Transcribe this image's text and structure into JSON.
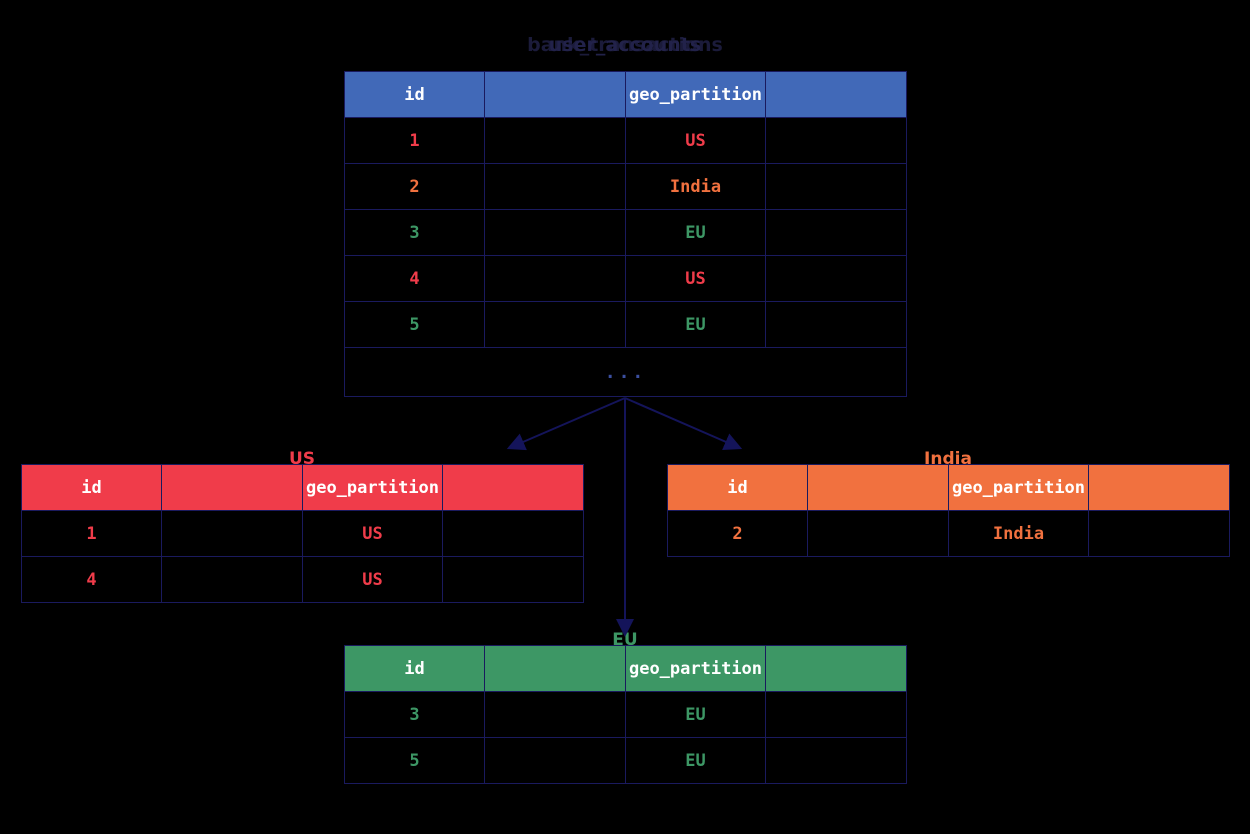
{
  "title": {
    "primary": "bank_transactions",
    "overlay": "user_accounts"
  },
  "columns": {
    "id": "id",
    "blank1": "",
    "geo_partition": "geo_partition",
    "blank2": ""
  },
  "main_table": {
    "name": "bank_transactions",
    "header_color": "#4169b8",
    "headers": [
      "id",
      "",
      "geo_partition",
      ""
    ],
    "rows": [
      {
        "id": "1",
        "blank1": "",
        "geo_partition": "US",
        "blank2": "",
        "color": "#f03c4a"
      },
      {
        "id": "2",
        "blank1": "",
        "geo_partition": "India",
        "blank2": "",
        "color": "#f1713f"
      },
      {
        "id": "3",
        "blank1": "",
        "geo_partition": "EU",
        "blank2": "",
        "color": "#3d9765"
      },
      {
        "id": "4",
        "blank1": "",
        "geo_partition": "US",
        "blank2": "",
        "color": "#f03c4a"
      },
      {
        "id": "5",
        "blank1": "",
        "geo_partition": "EU",
        "blank2": "",
        "color": "#3d9765"
      }
    ],
    "more_indicator": "..."
  },
  "partitions": [
    {
      "key": "us",
      "label": "US",
      "header_color": "#f03c4a",
      "headers": [
        "id",
        "",
        "geo_partition",
        ""
      ],
      "rows": [
        {
          "id": "1",
          "blank1": "",
          "geo_partition": "US",
          "blank2": ""
        },
        {
          "id": "4",
          "blank1": "",
          "geo_partition": "US",
          "blank2": ""
        }
      ]
    },
    {
      "key": "india",
      "label": "India",
      "header_color": "#f1713f",
      "headers": [
        "id",
        "",
        "geo_partition",
        ""
      ],
      "rows": [
        {
          "id": "2",
          "blank1": "",
          "geo_partition": "India",
          "blank2": ""
        }
      ]
    },
    {
      "key": "eu",
      "label": "EU",
      "header_color": "#3d9765",
      "headers": [
        "id",
        "",
        "geo_partition",
        ""
      ],
      "rows": [
        {
          "id": "3",
          "blank1": "",
          "geo_partition": "EU",
          "blank2": ""
        },
        {
          "id": "5",
          "blank1": "",
          "geo_partition": "EU",
          "blank2": ""
        }
      ]
    }
  ],
  "colors": {
    "background": "#000000",
    "border": "#1a1a5e",
    "arrow": "#14145a",
    "title": "#1b1b3a",
    "main_header": "#4169b8",
    "us": "#f03c4a",
    "india": "#f1713f",
    "eu": "#3d9765"
  }
}
